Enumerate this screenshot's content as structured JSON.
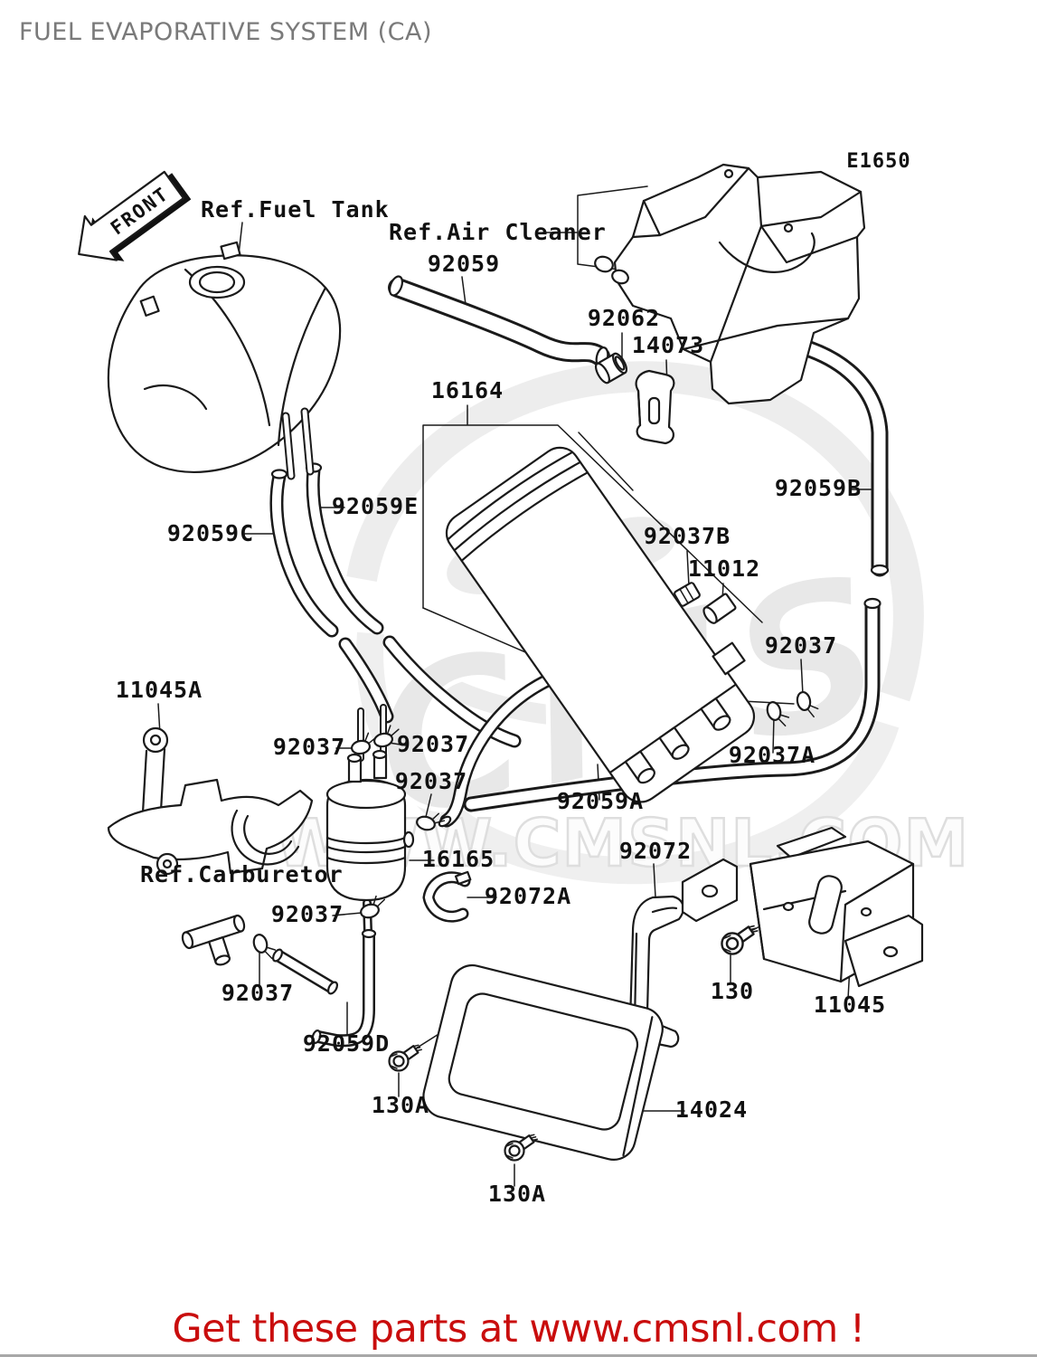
{
  "page": {
    "title": "FUEL EVAPORATIVE SYSTEM (CA)",
    "footer_text": "Get these parts at www.cmsnl.com !"
  },
  "colors": {
    "title": "#7a7a7a",
    "line_art": "#1a1a1a",
    "footer_red": "#c90d0d",
    "watermark_gray": "#dcdcdc"
  },
  "watermark": {
    "brand": "CMS",
    "site": "WWW.CMSNL.COM"
  },
  "diagram": {
    "code": "E1650",
    "front_marker": "FRONT",
    "ref_labels": [
      {
        "text": "Ref.Fuel Tank"
      },
      {
        "text": "Ref.Air Cleaner"
      },
      {
        "text": "Ref.Carburetor"
      }
    ],
    "part_labels": [
      {
        "text": "92059"
      },
      {
        "text": "92062"
      },
      {
        "text": "14073"
      },
      {
        "text": "16164"
      },
      {
        "text": "92059B"
      },
      {
        "text": "92059E"
      },
      {
        "text": "92059C"
      },
      {
        "text": "92037B"
      },
      {
        "text": "11012"
      },
      {
        "text": "92037"
      },
      {
        "text": "11045A"
      },
      {
        "text": "92037"
      },
      {
        "text": "92037"
      },
      {
        "text": "92037"
      },
      {
        "text": "92037A"
      },
      {
        "text": "92059A"
      },
      {
        "text": "16165"
      },
      {
        "text": "92072"
      },
      {
        "text": "92072A"
      },
      {
        "text": "92037"
      },
      {
        "text": "92037"
      },
      {
        "text": "130"
      },
      {
        "text": "11045"
      },
      {
        "text": "92059D"
      },
      {
        "text": "130A"
      },
      {
        "text": "14024"
      },
      {
        "text": "130A"
      }
    ]
  }
}
